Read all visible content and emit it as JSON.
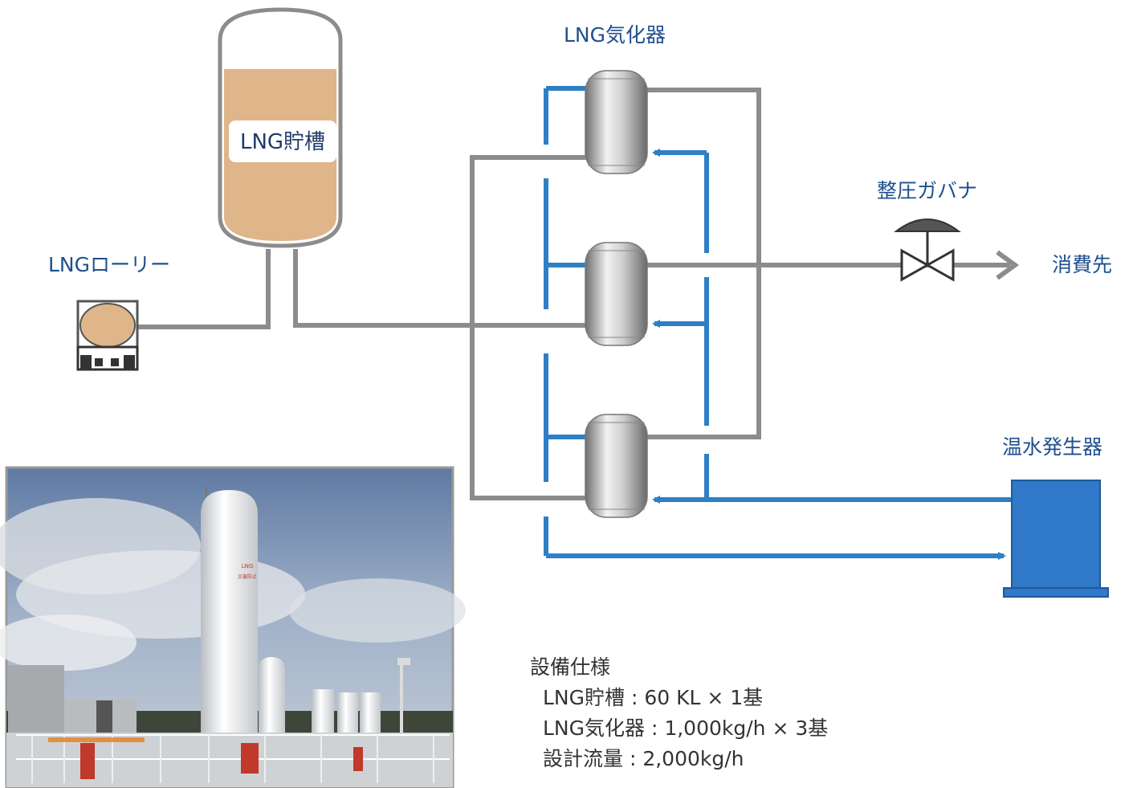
{
  "labels": {
    "tank": "LNG貯槽",
    "lorry": "LNGローリー",
    "vaporizer": "LNG気化器",
    "governor": "整圧ガバナ",
    "consumer": "消費先",
    "heater": "温水発生器"
  },
  "photo_text": [
    "LNG",
    "災害防止"
  ],
  "specs": {
    "title": "設備仕様",
    "rows": [
      "LNG貯槽 : 60 KL × 1基",
      "LNG気化器 : 1,000kg/h × 3基",
      "設計流量 : 2,000kg/h"
    ]
  },
  "colors": {
    "gas_pipe": "#8c8c8c",
    "water_pipe": "#2f7fc4",
    "label_blue": "#1f4f8f",
    "tank_fill": "#dfb58a",
    "heater_fill": "#2f79c8"
  }
}
